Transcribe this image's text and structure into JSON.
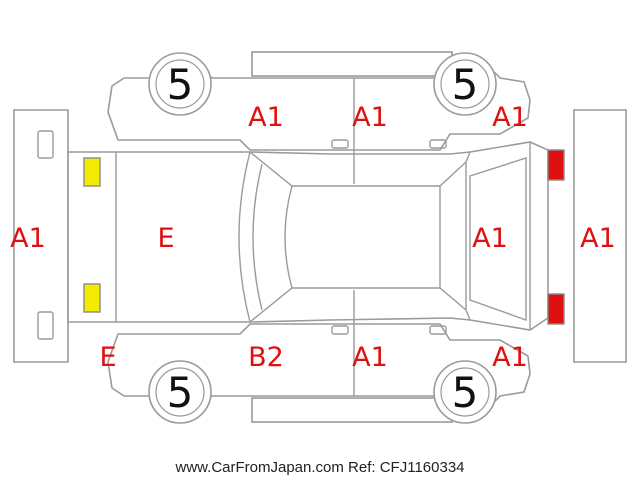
{
  "condition_codes": {
    "front_bumper": "A1",
    "hood": "E",
    "front_left_fender": "E",
    "front_left_door": "B2",
    "rear_left_door": "A1",
    "rear_left_quarter": "A1",
    "front_right_door": "A1",
    "rear_right_door": "A1",
    "rear_right_quarter": "A1",
    "trunk": "A1",
    "rear_bumper": "A1"
  },
  "wheels": {
    "front_left": "5",
    "rear_left": "5",
    "front_right": "5",
    "rear_right": "5"
  },
  "lamps": {
    "front_color": "#f3ec00",
    "rear_color": "#e01010"
  },
  "footer_text": "www.CarFromJapan.com Ref: CFJ1160334"
}
